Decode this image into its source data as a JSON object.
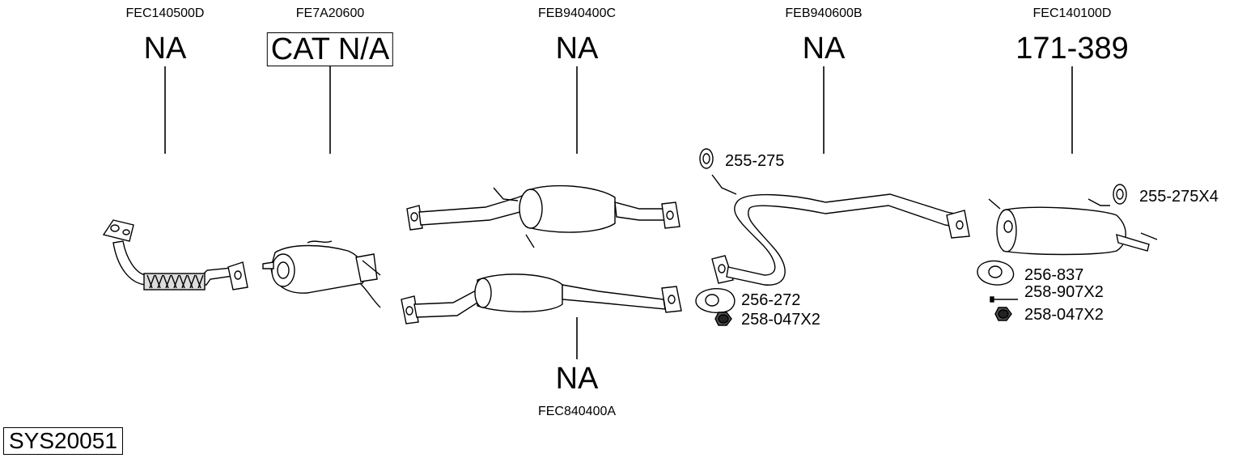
{
  "parts": [
    {
      "code": "FEC140500D",
      "ref": "NA"
    },
    {
      "code": "FE7A20600",
      "ref": "CAT N/A"
    },
    {
      "code": "FEB940400C",
      "ref": "NA"
    },
    {
      "code": "FEB940600B",
      "ref": "NA"
    },
    {
      "code": "FEC140100D",
      "ref": "171-389"
    },
    {
      "code": "FEC840400A",
      "ref": "NA"
    }
  ],
  "accessories": {
    "a1": "255-275",
    "a2": "256-272",
    "a3": "258-047X2",
    "a4": "255-275X4",
    "a5": "256-837",
    "a6": "258-907X2",
    "a7": "258-047X2"
  },
  "system_id": "SYS20051"
}
